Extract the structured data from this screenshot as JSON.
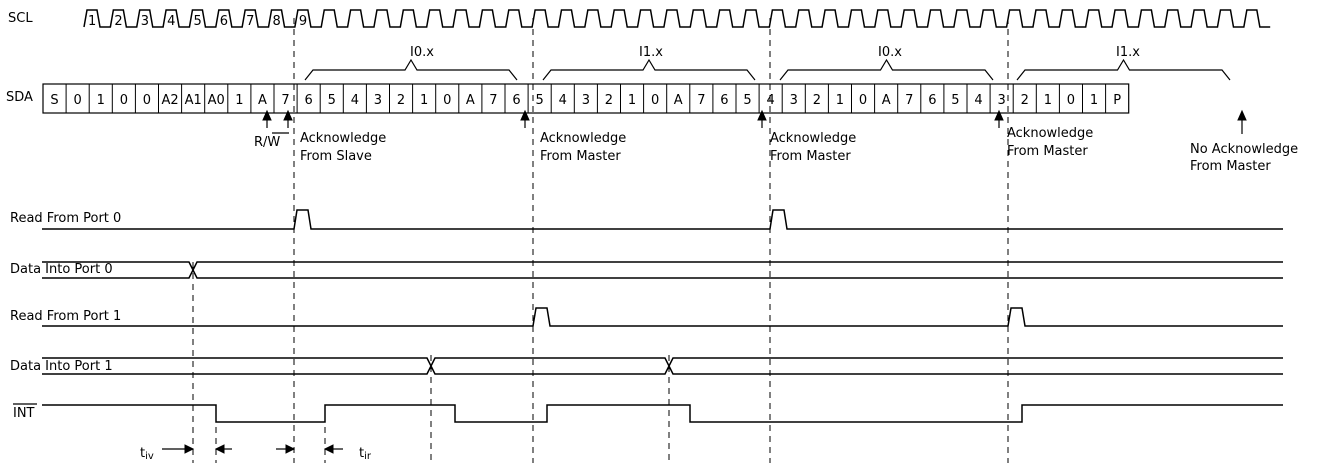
{
  "signals": {
    "scl": "SCL",
    "sda": "SDA",
    "read_port0": "Read From Port 0",
    "data_port0": "Data Into Port 0",
    "read_port1": "Read From Port 1",
    "data_port1": "Data Into Port 1",
    "int": "INT"
  },
  "clock_numbers": [
    "1",
    "2",
    "3",
    "4",
    "5",
    "6",
    "7",
    "8",
    "9"
  ],
  "sda_cells": [
    "S",
    "0",
    "1",
    "0",
    "0",
    "A2",
    "A1",
    "A0",
    "1",
    "A",
    "7",
    "6",
    "5",
    "4",
    "3",
    "2",
    "1",
    "0",
    "A",
    "7",
    "6",
    "5",
    "4",
    "3",
    "2",
    "1",
    "0",
    "A",
    "7",
    "6",
    "5",
    "4",
    "3",
    "2",
    "1",
    "0",
    "A",
    "7",
    "6",
    "5",
    "4",
    "3",
    "2",
    "1",
    "0",
    "1",
    "P"
  ],
  "groups": [
    "I0.x",
    "I1.x",
    "I0.x",
    "I1.x"
  ],
  "rw": {
    "r": "R/",
    "w": "W"
  },
  "notes": {
    "ack_slave": [
      "Acknowledge",
      "From Slave"
    ],
    "ack_master_1": [
      "Acknowledge",
      "From Master"
    ],
    "ack_master_2": [
      "Acknowledge",
      "From Master"
    ],
    "ack_master_3": [
      "Acknowledge",
      "From Master"
    ],
    "no_ack": [
      "No Acknowledge",
      "From Master"
    ]
  },
  "timing": {
    "tiv": {
      "main": "t",
      "sub": "iv"
    },
    "tir": {
      "main": "t",
      "sub": "ir"
    }
  }
}
